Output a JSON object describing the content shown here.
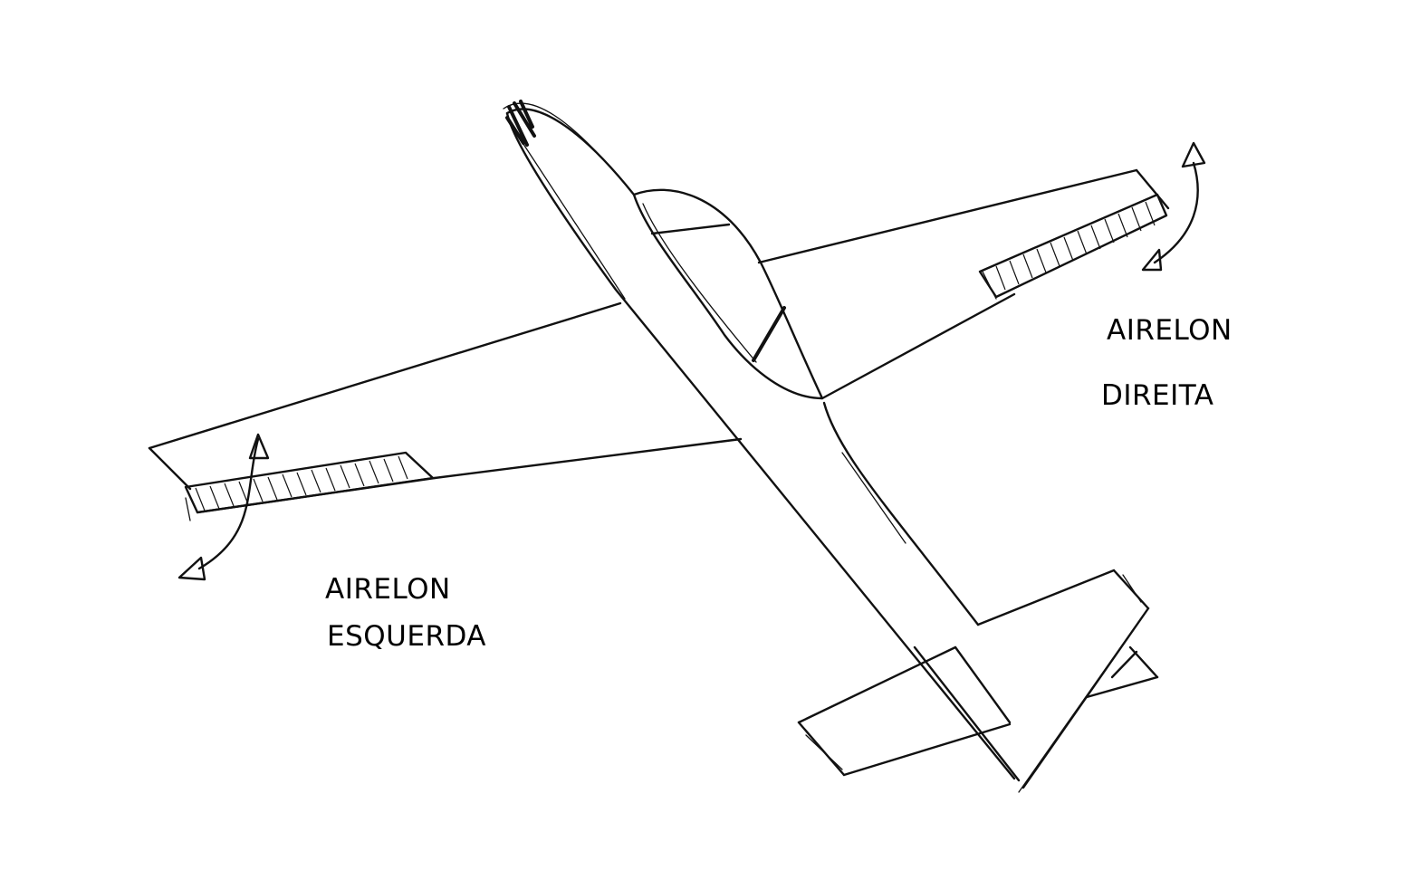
{
  "labels": {
    "right_aileron": {
      "line1": "AIRELON",
      "line2": "DIREITA"
    },
    "left_aileron": {
      "line1": "AIRELON",
      "line2": "ESQUERDA"
    }
  },
  "colors": {
    "ink": "#111111",
    "background": "#ffffff"
  }
}
